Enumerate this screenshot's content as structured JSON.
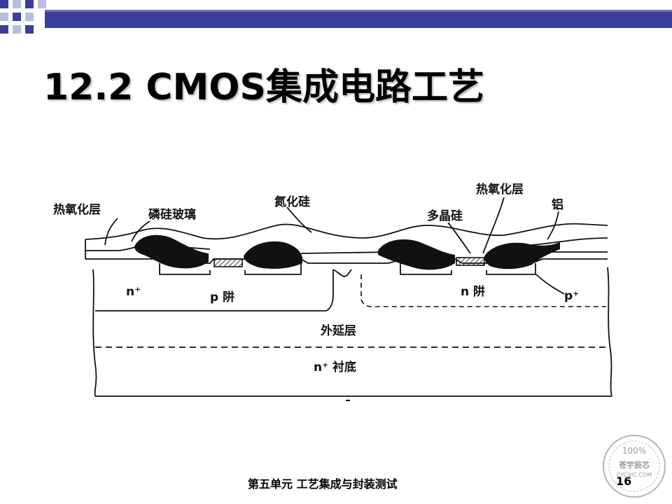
{
  "slide": {
    "title": "12.2 CMOS集成电路工艺",
    "footer": "第五单元 工艺集成与封装测试",
    "page_number": "16"
  },
  "diagram": {
    "labels": {
      "thermal_oxide_left": "热氧化层",
      "psg": "磷硅玻璃",
      "silicon_nitride": "氮化硅",
      "polysilicon": "多晶硅",
      "thermal_oxide_right": "热氧化层",
      "aluminum": "铝",
      "n_plus_left": "n⁺",
      "p_well": "p 阱",
      "n_well": "n 阱",
      "p_plus": "p⁺",
      "epitaxial_layer": "外延层",
      "n_plus_substrate": "n⁺ 衬底"
    }
  },
  "watermark": {
    "percent": "100%",
    "name": "苍宇辰芯",
    "site": "CYCXIC.COM"
  },
  "colors": {
    "accent": "#3b3f9a",
    "accent_light": "#b9bde3",
    "ink": "#111111"
  }
}
